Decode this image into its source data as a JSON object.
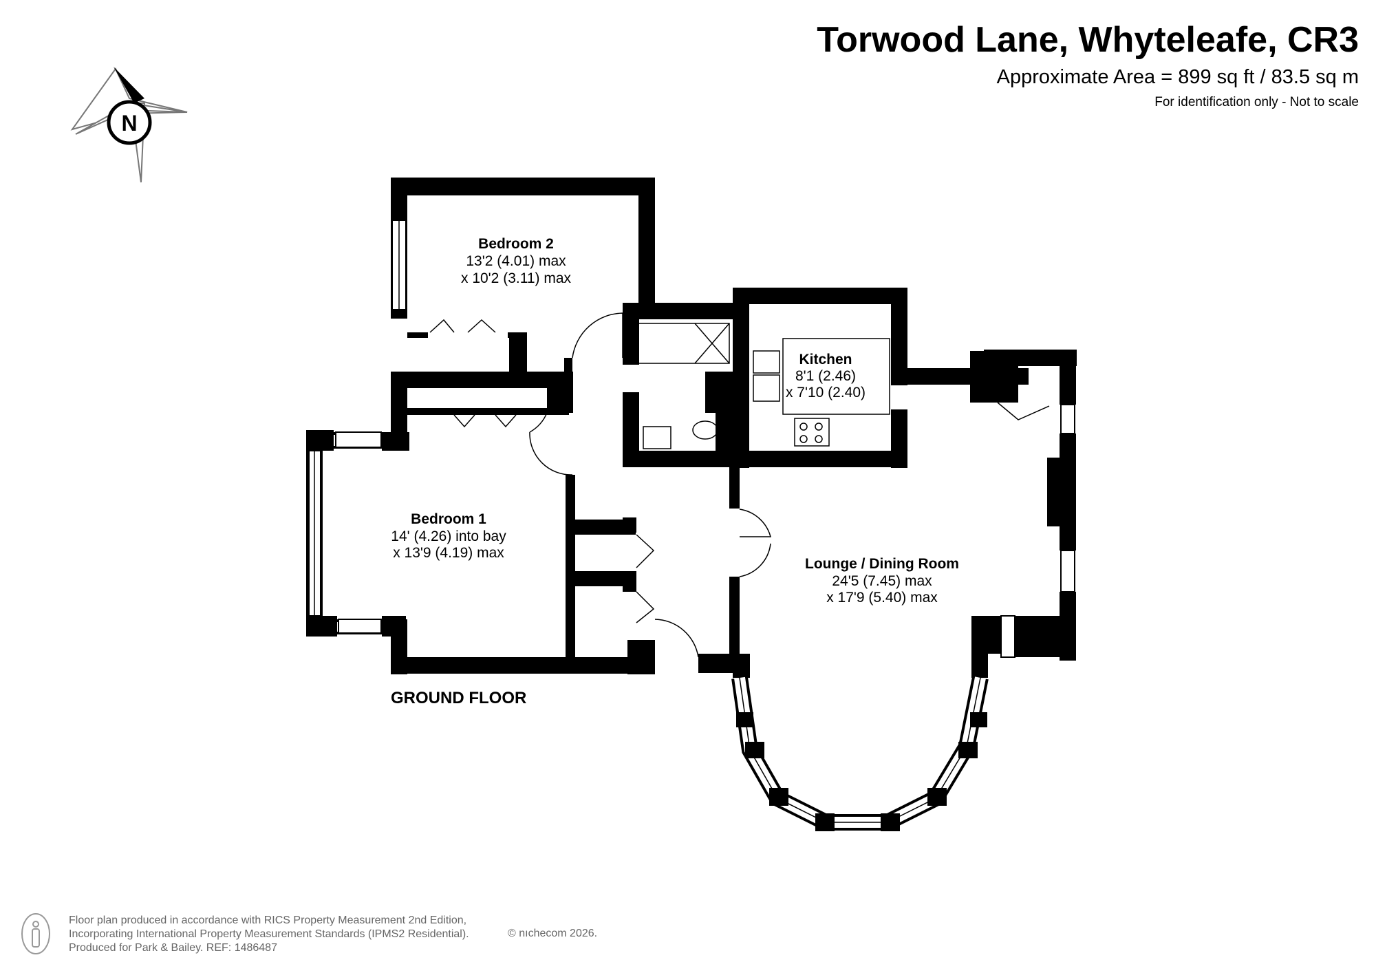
{
  "header": {
    "title": "Torwood Lane, Whyteleafe, CR3",
    "area": "Approximate Area = 899 sq ft / 83.5 sq m",
    "note": "For identification only - Not to scale"
  },
  "compass": {
    "label": "N"
  },
  "rooms": {
    "bedroom2": {
      "name": "Bedroom 2",
      "dim1": "13'2 (4.01) max",
      "dim2": "x 10'2 (3.11) max"
    },
    "bedroom1": {
      "name": "Bedroom 1",
      "dim1": "14' (4.26) into bay",
      "dim2": "x 13'9 (4.19) max"
    },
    "kitchen": {
      "name": "Kitchen",
      "dim1": "8'1 (2.46)",
      "dim2": "x 7'10 (2.40)"
    },
    "lounge": {
      "name": "Lounge / Dining Room",
      "dim1": "24'5 (7.45) max",
      "dim2": "x 17'9 (5.40) max"
    }
  },
  "floor_label": "GROUND FLOOR",
  "footer": {
    "line1": "Floor plan produced in accordance with RICS Property Measurement 2nd Edition,",
    "line2": "Incorporating International Property Measurement Standards (IPMS2 Residential).",
    "line3": "Produced for Park & Bailey.   REF:  1486487",
    "copyright": "© nıchecom 2026."
  },
  "colors": {
    "wall": "#000000",
    "text": "#000000",
    "footer_text": "#666666",
    "background": "#ffffff"
  }
}
